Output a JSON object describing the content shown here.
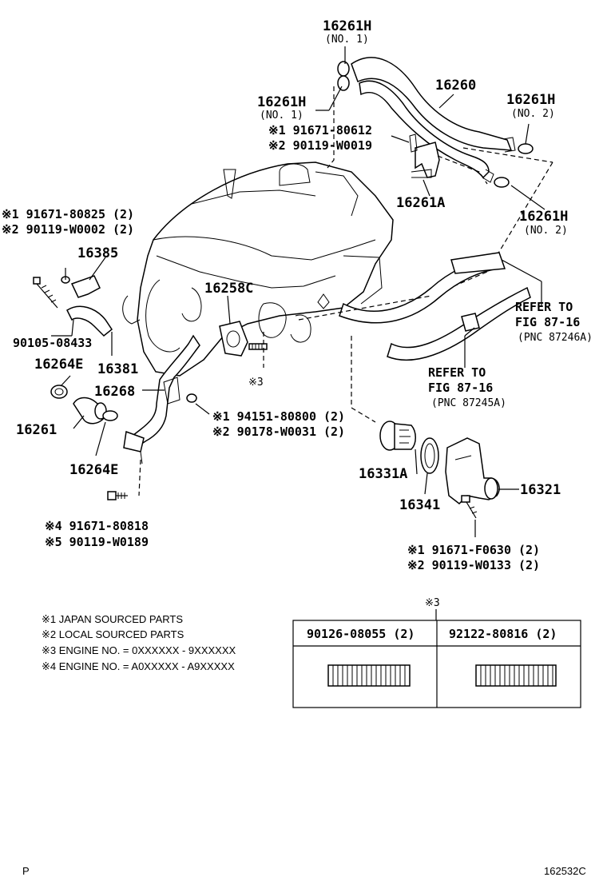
{
  "labels": {
    "p_16261H_top": "16261H",
    "p_16261H_top_sub": "(NO. 1)",
    "p_16261H_mid": "16261H",
    "p_16261H_mid_sub": "(NO. 1)",
    "p_16260": "16260",
    "p_16261H_right1": "16261H",
    "p_16261H_right1_sub": "(NO. 2)",
    "p_16261H_right2": "16261H",
    "p_16261H_right2_sub": "(NO. 2)",
    "p_16261A": "16261A",
    "ref_a_1": "※1 91671-80612",
    "ref_a_2": "※2 90119-W0019",
    "ref_b_1": "※1 91671-80825 (2)",
    "ref_b_2": "※2 90119-W0002 (2)",
    "p_16385": "16385",
    "p_16258C": "16258C",
    "p_90105": "90105-08433",
    "p_16381": "16381",
    "p_16264E_top": "16264E",
    "p_16268": "16268",
    "p_16261": "16261",
    "p_16264E_bot": "16264E",
    "mark3_small": "※3",
    "ref_c_1": "※1 94151-80800 (2)",
    "ref_c_2": "※2 90178-W0031 (2)",
    "refer1_a": "REFER TO",
    "refer1_b": "FIG 87-16",
    "refer1_c": "(PNC 87246A)",
    "refer2_a": "REFER TO",
    "refer2_b": "FIG 87-16",
    "refer2_c": "(PNC 87245A)",
    "p_16331A": "16331A",
    "p_16341": "16341",
    "p_16321": "16321",
    "ref_d_1": "※4 91671-80818",
    "ref_d_2": "※5 90119-W0189",
    "ref_e_1": "※1 91671-F0630 (2)",
    "ref_e_2": "※2 90119-W0133 (2)"
  },
  "notes": [
    "※1 JAPAN SOURCED PARTS",
    "※2 LOCAL SOURCED PARTS",
    "※3 ENGINE NO. = 0XXXXXX - 9XXXXXX",
    "※4 ENGINE NO. = A0XXXXX - A9XXXXX"
  ],
  "table": {
    "mark": "※3",
    "col1": "90126-08055 (2)",
    "col2": "92122-80816 (2)"
  },
  "corner_left": "P",
  "corner_right": "162532C"
}
